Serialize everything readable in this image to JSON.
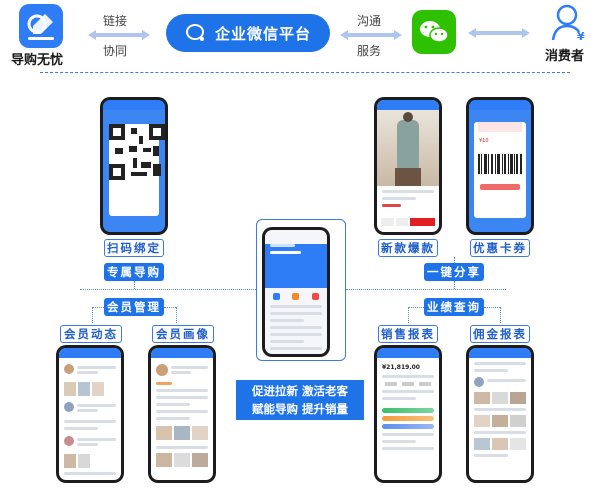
{
  "header": {
    "daogou_name": "导购无忧",
    "link_top": "链接",
    "link_bottom": "协同",
    "platform_title": "企业微信平台",
    "comm_top": "沟通",
    "comm_bottom": "服务",
    "consumer": "消费者"
  },
  "center": {
    "slogan_line1": "促进拉新 激活老客",
    "slogan_line2": "赋能导购 提升销量"
  },
  "tags": {
    "scan_bind": "扫码绑定",
    "exclusive_guide": "专属导购",
    "member_mgmt": "会员管理",
    "member_dynamics": "会员动态",
    "member_portrait": "会员画像",
    "new_hot": "新款爆款",
    "coupon": "优惠卡券",
    "one_key_share": "一键分享",
    "perf_query": "业绩查询",
    "sales_report": "销售报表",
    "commission_report": "佣金报表"
  },
  "phone_texts": {
    "sales_amount": "¥21,819.00",
    "coupon_value": "¥10"
  },
  "colors": {
    "brand_blue": "#1f73e8",
    "wechat_green": "#2dc100",
    "consumer_blue": "#2f7df6"
  }
}
